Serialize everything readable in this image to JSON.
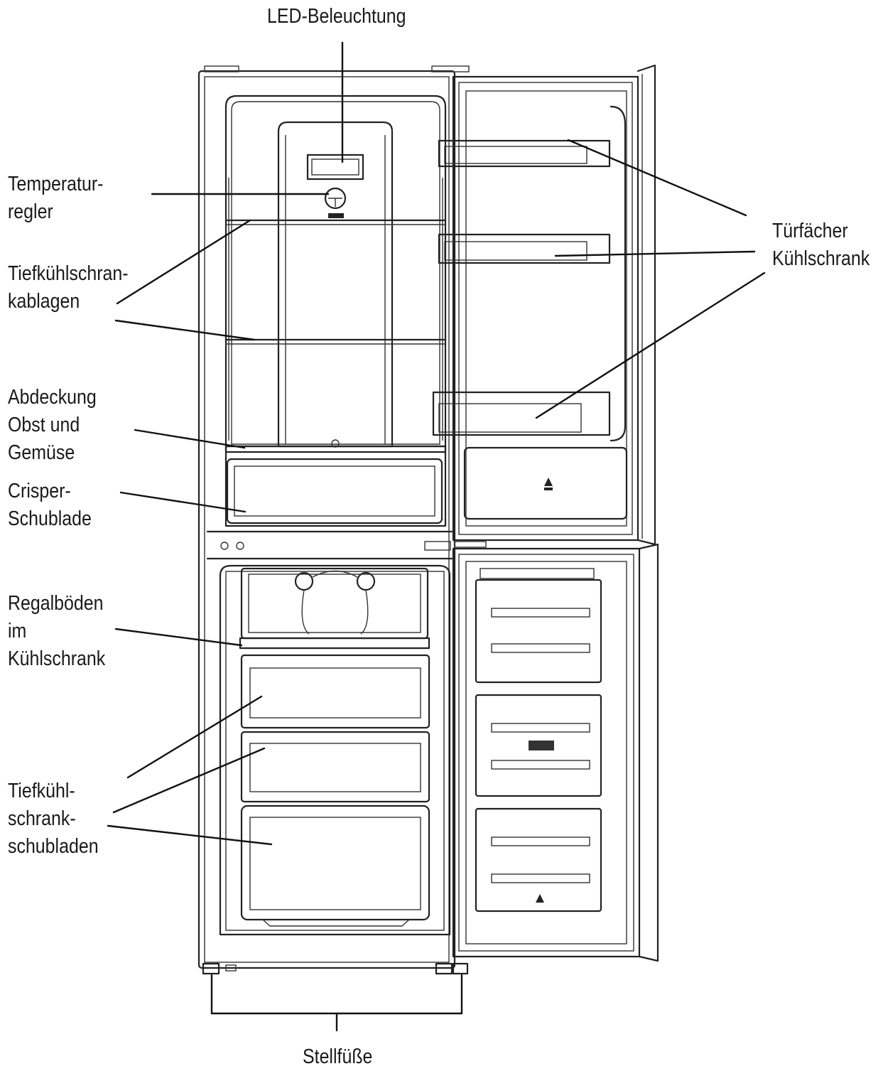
{
  "labels": {
    "led": "LED-Beleuchtung",
    "temp_1": "Temperatur-",
    "temp_2": "regler",
    "tkablagen_1": "Tiefkühlschran-",
    "tkablagen_2": "kablagen",
    "abdeckung_1": "Abdeckung",
    "abdeckung_2": "Obst und",
    "abdeckung_3": "Gemüse",
    "crisper_1": "Crisper-",
    "crisper_2": "Schublade",
    "regal_1": "Regalböden",
    "regal_2": "im",
    "regal_3": "Kühlschrank",
    "tkschub_1": "Tiefkühl-",
    "tkschub_2": "schrank-",
    "tkschub_3": "schubladen",
    "tuer_1": "Türfächer",
    "tuer_2": "Kühlschrank",
    "stellfuesse": "Stellfüße"
  }
}
